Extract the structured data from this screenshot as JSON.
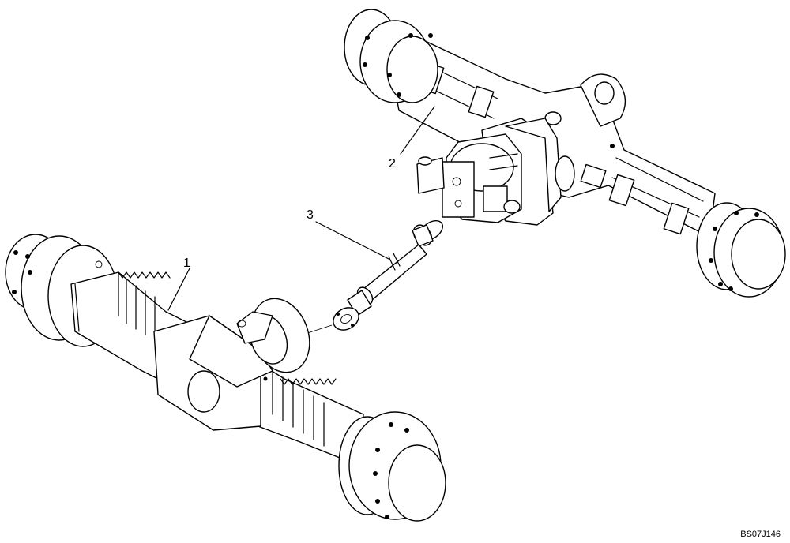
{
  "callouts": [
    {
      "id": "1",
      "label": "1"
    },
    {
      "id": "2",
      "label": "2"
    },
    {
      "id": "3",
      "label": "3"
    }
  ],
  "reference_code": "BS07J146"
}
